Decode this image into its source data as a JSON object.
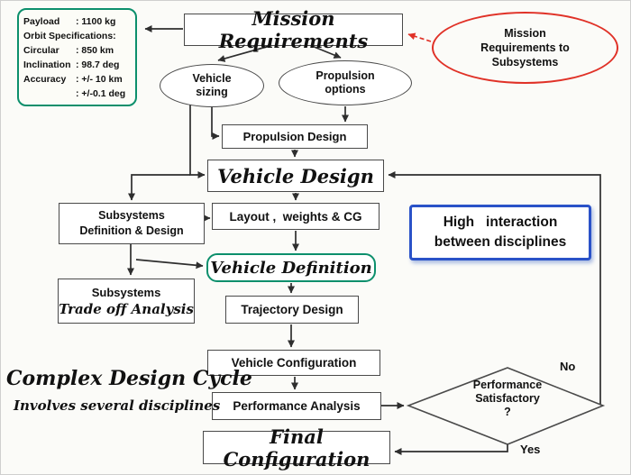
{
  "colors": {
    "accent_green": "#0c8f6c",
    "accent_red": "#e03127",
    "accent_blue": "#2a52c8",
    "line": "#2e2e2e",
    "background": "#fbfbf8"
  },
  "spec_box": {
    "rows": [
      {
        "label": "Payload",
        "value": ": 1100 kg"
      },
      {
        "label": "Orbit Specifications:",
        "value": ""
      },
      {
        "label": "Circular",
        "value": ": 850 km"
      },
      {
        "label": "Inclination",
        "value": ": 98.7 deg"
      },
      {
        "label": "Accuracy",
        "value": ": +/- 10 km"
      },
      {
        "label": "",
        "value": ": +/-0.1 deg"
      }
    ]
  },
  "nodes": {
    "mission_requirements": "Mission Requirements",
    "mission_req_subsystems": {
      "line1": "Mission",
      "line2": "Requirements to",
      "line3": "Subsystems"
    },
    "vehicle_sizing": {
      "line1": "Vehicle",
      "line2": "sizing"
    },
    "propulsion_options": {
      "line1": "Propulsion",
      "line2": "options"
    },
    "propulsion_design": "Propulsion Design",
    "vehicle_design": "Vehicle Design",
    "subsystems_definition": {
      "line1": "Subsystems",
      "line2": "Definition & Design"
    },
    "layout_weights_cg": "Layout ,  weights & CG",
    "high_interaction": {
      "line1": "High   interaction",
      "line2": "between disciplines"
    },
    "vehicle_definition": "Vehicle Definition",
    "subsystems_tradeoff": {
      "line1": "Subsystems",
      "line2": "Trade off Analysis"
    },
    "trajectory_design": "Trajectory Design",
    "vehicle_configuration": "Vehicle Configuration",
    "performance_analysis": "Performance Analysis",
    "decision": {
      "line1": "Performance",
      "line2": "Satisfactory",
      "line3": "?"
    },
    "final_configuration": "Final Configuration"
  },
  "labels": {
    "no": "No",
    "yes": "Yes"
  },
  "caption": {
    "title": "Complex Design Cycle",
    "subtitle": "Involves several disciplines"
  }
}
